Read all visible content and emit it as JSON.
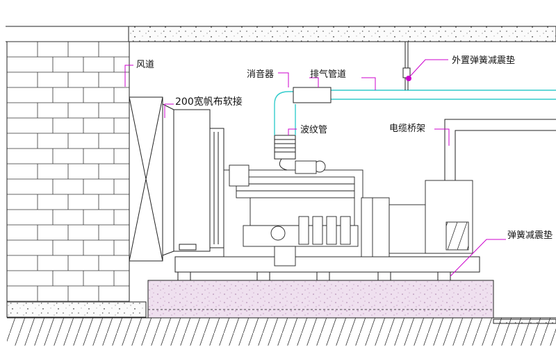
{
  "labels": {
    "air_duct": "风道",
    "canvas_joint": "200宽帆布软接",
    "muffler": "消音器",
    "exhaust_pipe": "排气管道",
    "external_spring_mount": "外置弹簧减震垫",
    "bellows": "波纹管",
    "cable_tray": "电缆桥架",
    "spring_mount": "弹簧减震垫"
  },
  "colors": {
    "line": "#222222",
    "leader": "#cc00cc",
    "exhaust": "#33cccc",
    "foundation_fill": "#e9d4ec"
  }
}
